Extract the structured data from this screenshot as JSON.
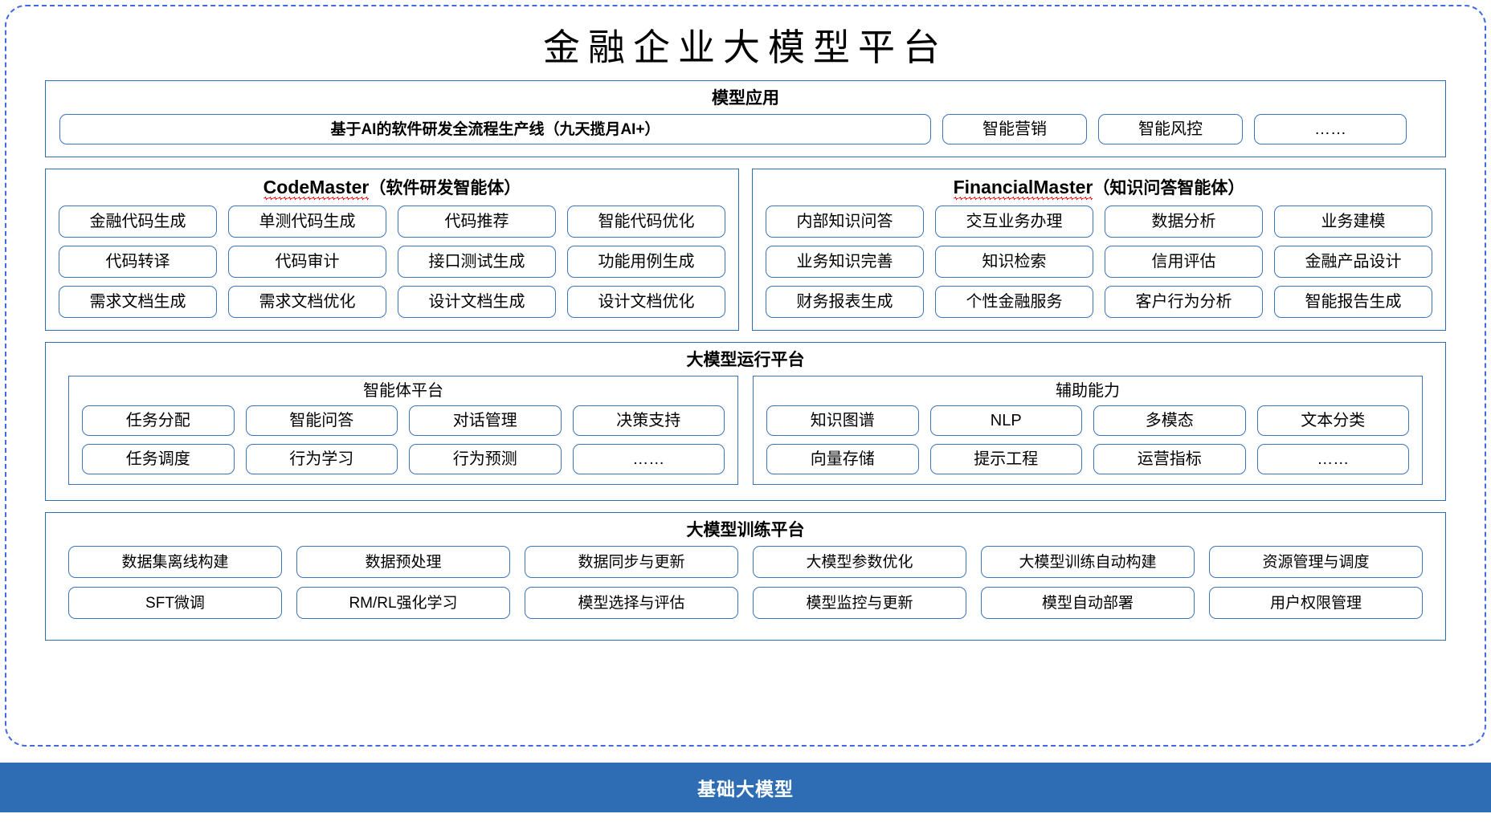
{
  "title": "金融企业大模型平台",
  "model_application": {
    "heading": "模型应用",
    "items": [
      "基于AI的软件研发全流程生产线（九天揽月AI+）",
      "智能营销",
      "智能风控",
      "……"
    ]
  },
  "agents": [
    {
      "name_en": "CodeMaster",
      "name_cn": "（软件研发智能体）",
      "items": [
        "金融代码生成",
        "单测代码生成",
        "代码推荐",
        "智能代码优化",
        "代码转译",
        "代码审计",
        "接口测试生成",
        "功能用例生成",
        "需求文档生成",
        "需求文档优化",
        "设计文档生成",
        "设计文档优化"
      ]
    },
    {
      "name_en": "FinancialMaster",
      "name_cn": "（知识问答智能体）",
      "items": [
        "内部知识问答",
        "交互业务办理",
        "数据分析",
        "业务建模",
        "业务知识完善",
        "知识检索",
        "信用评估",
        "金融产品设计",
        "财务报表生成",
        "个性金融服务",
        "客户行为分析",
        "智能报告生成"
      ]
    }
  ],
  "runtime_platform": {
    "heading": "大模型运行平台",
    "subpanels": [
      {
        "title": "智能体平台",
        "items": [
          "任务分配",
          "智能问答",
          "对话管理",
          "决策支持",
          "任务调度",
          "行为学习",
          "行为预测",
          "……"
        ]
      },
      {
        "title": "辅助能力",
        "items": [
          "知识图谱",
          "NLP",
          "多模态",
          "文本分类",
          "向量存储",
          "提示工程",
          "运营指标",
          "……"
        ]
      }
    ]
  },
  "training_platform": {
    "heading": "大模型训练平台",
    "items": [
      "数据集离线构建",
      "数据预处理",
      "数据同步与更新",
      "大模型参数优化",
      "大模型训练自动构建",
      "资源管理与调度",
      "SFT微调",
      "RM/RL强化学习",
      "模型选择与评估",
      "模型监控与更新",
      "模型自动部署",
      "用户权限管理"
    ]
  },
  "base_model": {
    "label": "基础大模型"
  },
  "colors": {
    "frame_dashed": "#4169E1",
    "panel_border": "#2E6DB4",
    "chip_border": "#3B74BD",
    "base_bar": "#2E6DB4",
    "spellcheck": "#FF0000",
    "text": "#000000"
  }
}
